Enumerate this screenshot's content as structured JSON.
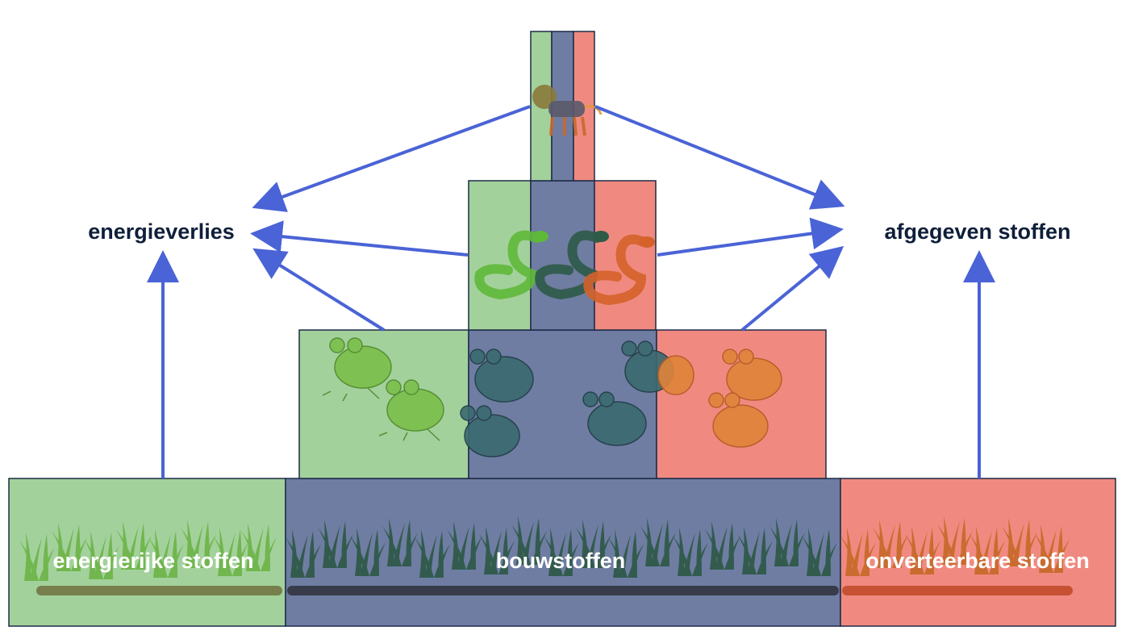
{
  "labels": {
    "energy_loss": "energieverlies",
    "released_substances": "afgegeven stoffen",
    "energy_rich": "energierijke stoffen",
    "building": "bouwstoffen",
    "indigestible": "onverteerbare stoffen"
  },
  "colors": {
    "energy_rich": "#a3d19c",
    "building": "#6f7da3",
    "indigestible": "#f08a80",
    "arrow": "#4a63d6",
    "border": "#1d2b47",
    "label_dark": "#0f1f3a",
    "label_light": "#ffffff"
  },
  "levels": [
    {
      "organism": "grass",
      "icon": "grass-icon"
    },
    {
      "organism": "frog",
      "icon": "frog-icon"
    },
    {
      "organism": "snake",
      "icon": "snake-icon"
    },
    {
      "organism": "lion",
      "icon": "lion-icon"
    }
  ]
}
